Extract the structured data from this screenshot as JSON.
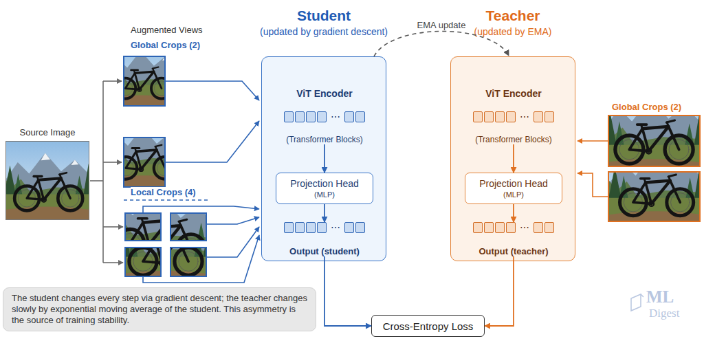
{
  "diagram": {
    "nodes": [
      {
        "text": [
          "Source Image"
        ]
      },
      {
        "text": [
          "Student",
          "(updated by gradient descent)"
        ]
      },
      {
        "text": [
          "ViT Encoder",
          "(Transformer Blocks)"
        ],
        "in": 1
      },
      {
        "text": [
          "Projection Head",
          "(MLP)"
        ],
        "in": 1
      },
      {
        "text": [
          "Output (student)"
        ],
        "in": 1
      },
      {
        "text": [
          "Teacher",
          "(updated by EMA)"
        ]
      },
      {
        "text": [
          "ViT Encoder",
          "(Transformer Blocks)"
        ],
        "in": 5
      },
      {
        "text": [
          "Projection Head",
          "(MLP)"
        ],
        "in": 5
      },
      {
        "text": [
          "Output (teacher)"
        ],
        "in": 5
      },
      {
        "text": [
          "Cross-Entropy Loss"
        ]
      },
      {
        "text": [
          "The student changes every step via gradient descent; the teacher changes slowly by exponential moving average of the student. This asymmetry is the source of training stability."
        ]
      }
    ],
    "edges": [
      {
        "from": 2,
        "to": 3,
        "arrow": "to"
      },
      {
        "from": 3,
        "to": 4,
        "arrow": "to"
      },
      {
        "from": 6,
        "to": 7,
        "arrow": "to"
      },
      {
        "from": 7,
        "to": 8,
        "arrow": "to"
      },
      {
        "from": 4,
        "to": 9,
        "arrow": "to"
      },
      {
        "from": 8,
        "to": 9,
        "arrow": "to"
      },
      {
        "from": 1,
        "to": 5,
        "label": "EMA update",
        "arrow": "to"
      }
    ],
    "labels": [
      "Augmented Views",
      "Global Crops (2)",
      "Local Crops (4)",
      "Global Crops (2)",
      "⋯",
      "⋯",
      "⋯",
      "⋯",
      "ML",
      "Digest"
    ]
  }
}
